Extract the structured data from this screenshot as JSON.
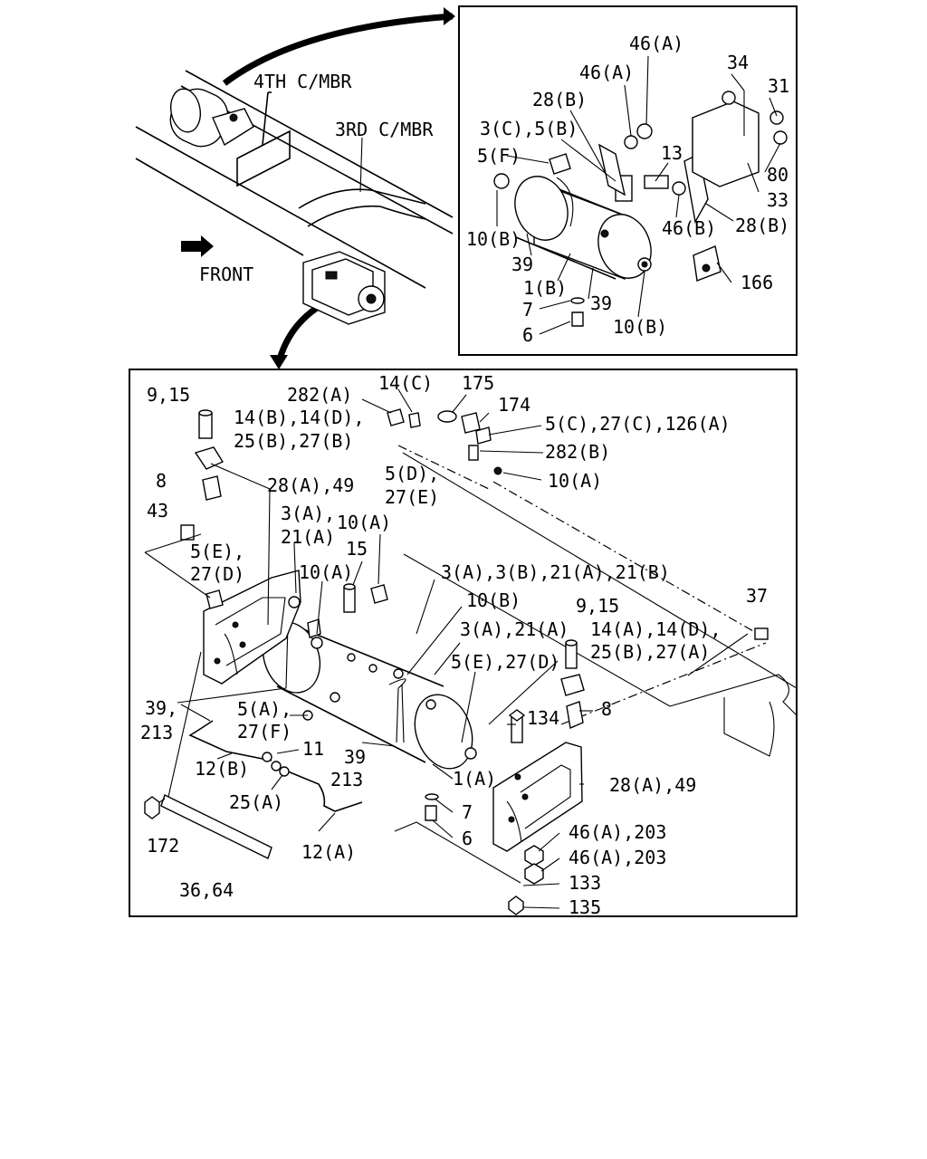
{
  "overview": {
    "member_4th": "4TH C/MBR",
    "member_3rd": "3RD C/MBR",
    "front_label": "FRONT"
  },
  "detail_top": {
    "labels": [
      "46(A)",
      "46(A)",
      "34",
      "31",
      "28(B)",
      "3(C),5(B)",
      "5(F)",
      "13",
      "80",
      "33",
      "10(B)",
      "46(B)",
      "28(B)",
      "39",
      "1(B)",
      "166",
      "7",
      "39",
      "6",
      "10(B)"
    ]
  },
  "detail_main": {
    "labels": [
      "9,15",
      "282(A)",
      "14(C)",
      "175",
      "174",
      "14(B),14(D),",
      "25(B),27(B)",
      "5(C),27(C),126(A)",
      "282(B)",
      "8",
      "28(A),49",
      "5(D),",
      "27(E)",
      "10(A)",
      "3(A),",
      "21(A)",
      "10(A)",
      "43",
      "15",
      "5(E),",
      "27(D)",
      "10(A)",
      "3(A),3(B),21(A),21(B)",
      "10(B)",
      "9,15",
      "37",
      "3(A),21(A)",
      "14(A),14(D),",
      "25(B),27(A)",
      "5(E),27(D)",
      "39,",
      "213",
      "5(A),",
      "27(F)",
      "134",
      "8",
      "11",
      "12(B)",
      "39",
      "213",
      "1(A)",
      "28(A),49",
      "25(A)",
      "7",
      "172",
      "6",
      "12(A)",
      "46(A),203",
      "46(A),203",
      "133",
      "36,64",
      "135"
    ]
  }
}
